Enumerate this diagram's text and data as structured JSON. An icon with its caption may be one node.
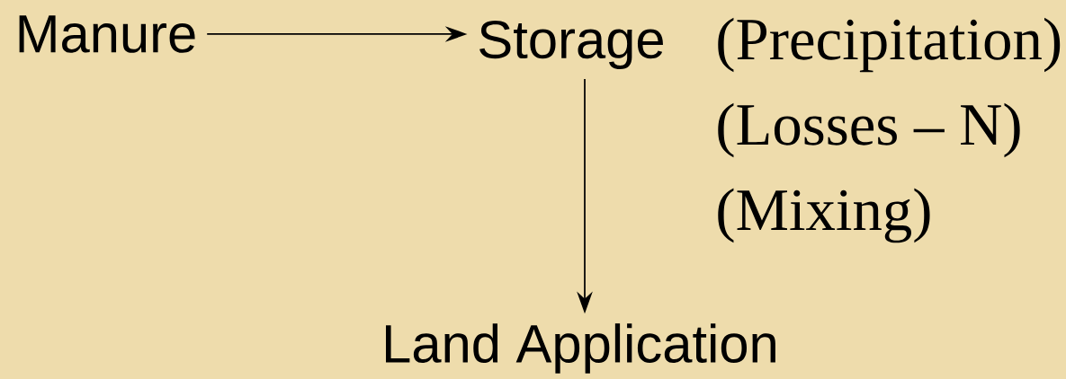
{
  "diagram": {
    "nodes": [
      {
        "text": [
          "Manure"
        ]
      },
      {
        "text": [
          "Storage"
        ]
      },
      {
        "text": [
          "Land Application"
        ]
      }
    ],
    "edges": [
      {
        "from": 0,
        "to": 1,
        "arrow": "to"
      },
      {
        "from": 1,
        "to": 2,
        "arrow": "to"
      }
    ],
    "labels": [
      "(Precipitation)",
      "(Losses – N)",
      "(Mixing)"
    ]
  }
}
